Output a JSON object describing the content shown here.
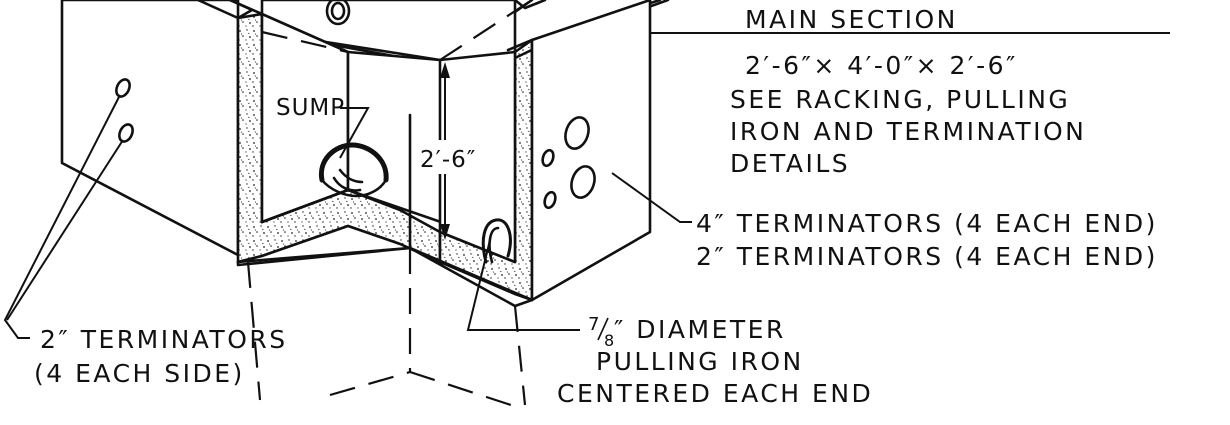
{
  "labels": {
    "main_section": "MAIN SECTION",
    "dimensions": "2′-6″× 4′-0″× 2′-6″",
    "see_details_1": "SEE RACKING, PULLING",
    "see_details_2": "IRON AND TERMINATION",
    "see_details_3": "DETAILS",
    "sump": "SUMP",
    "height_dim": "2′-6″",
    "terminators_end_4in": "4″ TERMINATORS (4 EACH END)",
    "terminators_end_2in": "2″ TERMINATORS (4 EACH END)",
    "pulling_iron_frac_num": "7",
    "pulling_iron_frac_den": "8",
    "pulling_iron_1": "″ DIAMETER",
    "pulling_iron_2": "PULLING IRON",
    "pulling_iron_3": "CENTERED EACH END",
    "terminators_side_1": "2″ TERMINATORS",
    "terminators_side_2": "(4 EACH SIDE)"
  },
  "colors": {
    "ink": "#111111",
    "paper": "#ffffff"
  }
}
